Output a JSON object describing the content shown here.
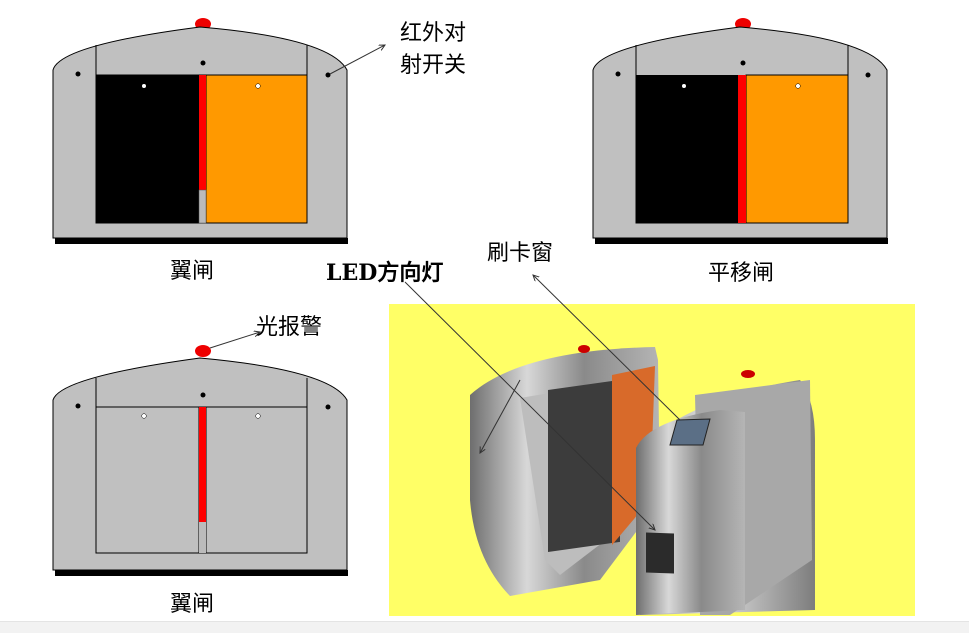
{
  "labels": {
    "infrared_line1": "红外对",
    "infrared_line2": "射开关",
    "wing_gate_top": "翼闸",
    "sliding_gate": "平移闸",
    "led_direction": "LED方向灯",
    "card_window": "刷卡窗",
    "light_alarm": "光报警",
    "wing_gate_bottom": "翼闸"
  },
  "colors": {
    "body": "#c0c0c0",
    "door_left": "#000000",
    "door_right": "#ff9900",
    "indicator": "#ff0000",
    "photo_bg": "#ffff66"
  }
}
